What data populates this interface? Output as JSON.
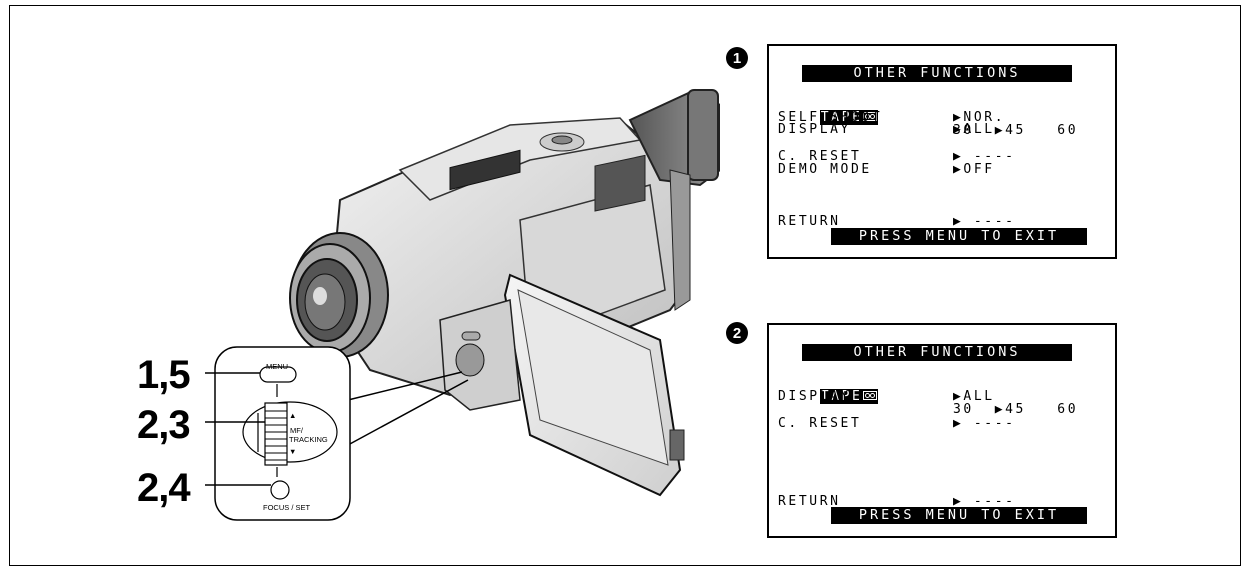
{
  "callouts": [
    "1,5",
    "2,3",
    "2,4"
  ],
  "dial": {
    "menu_label": "MENU",
    "mf_label": "MF/",
    "tracking_label": "TRACKING",
    "focus_label": "FOCUS / SET",
    "up_glyph": "▲",
    "down_glyph": "▼"
  },
  "screens": [
    {
      "badge": "1",
      "title": "OTHER FUNCTIONS",
      "footer": "PRESS MENU TO EXIT",
      "tape_label": "TAPE",
      "tape_values": "30  ▶45   60",
      "rows": [
        {
          "label": "SELF SHOOT",
          "value": "▶NOR."
        },
        {
          "label": "DISPLAY",
          "value": "▶ALL"
        },
        {
          "label": "C. RESET",
          "value": "▶ ----"
        },
        {
          "label": "DEMO MODE",
          "value": "▶OFF"
        },
        {
          "label": "RETURN",
          "value": "▶ ----"
        }
      ]
    },
    {
      "badge": "2",
      "title": "OTHER FUNCTIONS",
      "footer": "PRESS MENU TO EXIT",
      "tape_label": "TAPE",
      "tape_values": "30  ▶45   60",
      "rows": [
        {
          "label": "DISPLAY",
          "value": "▶ALL"
        },
        {
          "label": "C. RESET",
          "value": "▶ ----"
        },
        {
          "label": "RETURN",
          "value": "▶ ----"
        }
      ]
    }
  ]
}
